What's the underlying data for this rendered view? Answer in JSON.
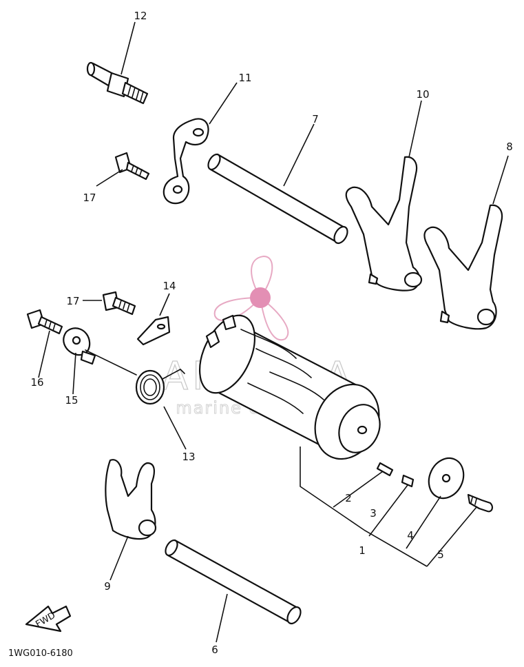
{
  "diagram": {
    "labels": [
      "1",
      "2",
      "3",
      "4",
      "5",
      "6",
      "7",
      "8",
      "9",
      "10",
      "11",
      "12",
      "13",
      "14",
      "15",
      "16",
      "17",
      "17"
    ],
    "drawing_code": "1WG010-6180",
    "arrow_text": "FWD"
  },
  "watermark": {
    "brand": "ARMADA",
    "tagline": "marine outboards",
    "colors": {
      "logo": "#e7a9c3",
      "logo_center": "#e38fb4",
      "text": "#c9c9c9"
    }
  }
}
